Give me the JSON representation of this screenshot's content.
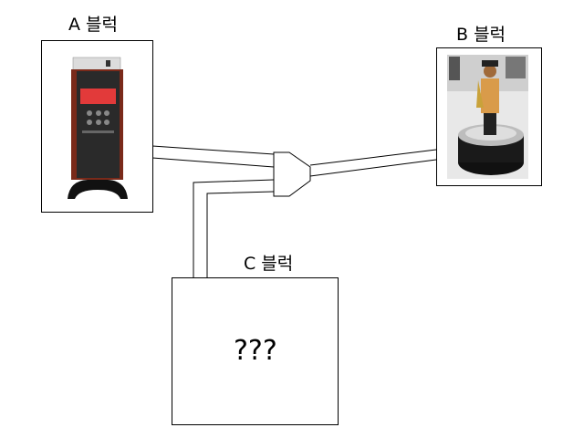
{
  "blocks": {
    "a": {
      "label": "A 블럭"
    },
    "b": {
      "label": "B 블럭"
    },
    "c": {
      "label": "C 블럭",
      "content": "???"
    }
  },
  "colors": {
    "line": "#000000",
    "background": "#ffffff",
    "display_red": "#e23a3a",
    "device_body": "#2a2a2a",
    "wood_side": "#7a2a1a",
    "base_gray": "#b9b9b9",
    "saxophone_gold": "#c9a23a"
  }
}
